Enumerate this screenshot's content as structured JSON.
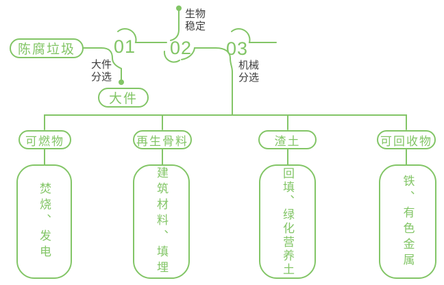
{
  "colors": {
    "green": "#82c566",
    "dark": "#3b3b3b",
    "background": "#ffffff"
  },
  "diagram": {
    "source": {
      "label": "陈腐垃圾"
    },
    "stages": [
      {
        "number": "01",
        "label_lines": [
          "大件",
          "分选"
        ]
      },
      {
        "number": "02",
        "label_lines": [
          "生物",
          "稳定"
        ]
      },
      {
        "number": "03",
        "label_lines": [
          "机械",
          "分选"
        ]
      }
    ],
    "byproduct": {
      "label": "大件"
    },
    "outputs": [
      {
        "category": "可燃物",
        "result": "焚烧、发电"
      },
      {
        "category": "再生骨料",
        "result": "建筑材料、填埋"
      },
      {
        "category": "渣土",
        "result": "回填、绿化营养土"
      },
      {
        "category": "可回收物",
        "result": "铁、有色金属"
      }
    ]
  }
}
